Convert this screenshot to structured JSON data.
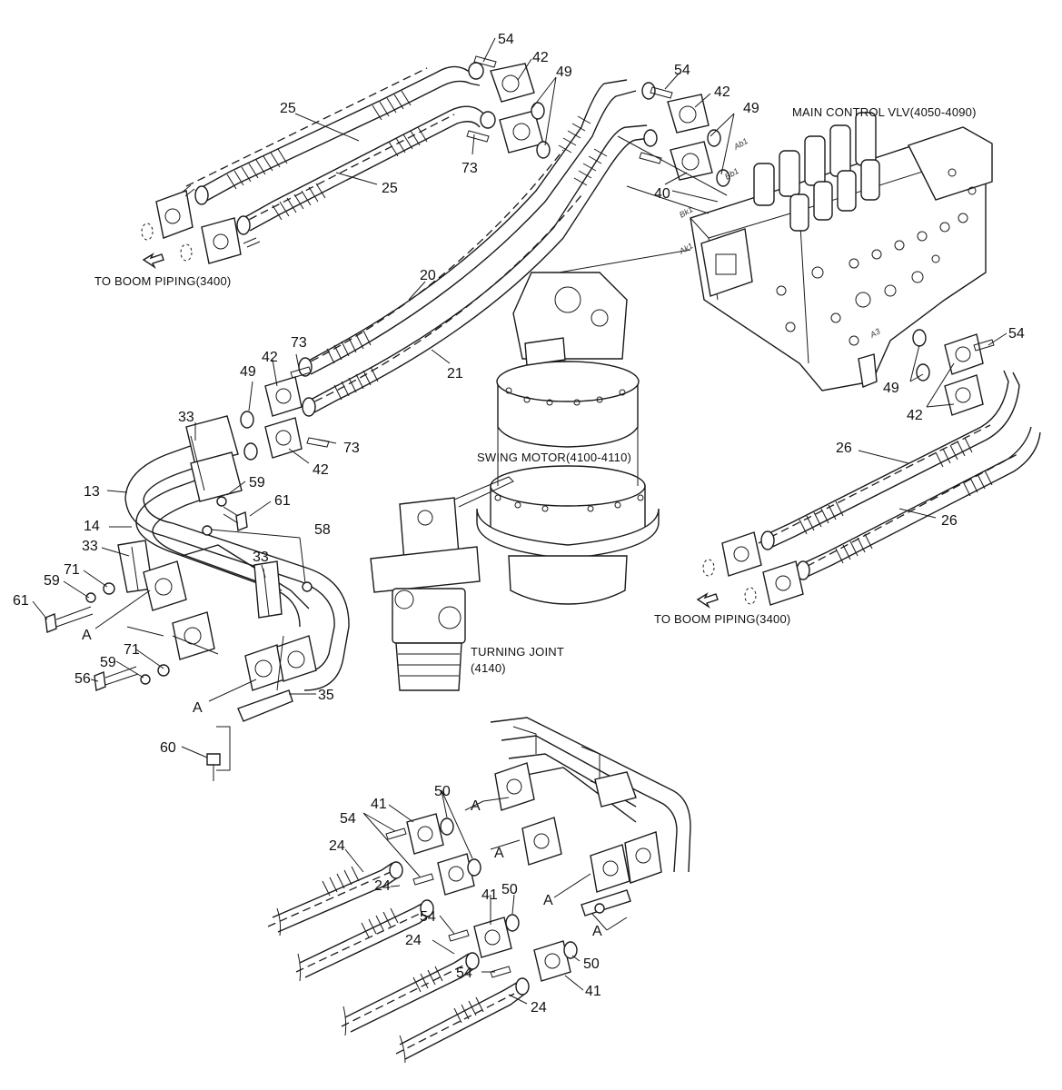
{
  "assembly_titles": {
    "main_control_valve": "MAIN CONTROL VLV(4050-4090)",
    "swing_motor": "SWING MOTOR(4100-4110)",
    "turning_joint_line1": "TURNING JOINT",
    "turning_joint_line2": "(4140)",
    "to_boom_piping_left": "TO BOOM PIPING(3400)",
    "to_boom_piping_right": "TO BOOM PIPING(3400)"
  },
  "port_marks": {
    "ab1": "Ab1",
    "bb1": "Bb1",
    "bk1": "Bk1",
    "ak1": "Ak1",
    "a3": "A3"
  },
  "parts": {
    "p54a": "54",
    "p42a": "42",
    "p49a": "49",
    "p25a": "25",
    "p25b": "25",
    "p73a": "73",
    "p54b": "54",
    "p42b": "42",
    "p49b": "49",
    "p40": "40",
    "p20": "20",
    "p21": "21",
    "p73b": "73",
    "p42c": "42",
    "p49c": "49",
    "p73c": "73",
    "p42d": "42",
    "p33a": "33",
    "p59a": "59",
    "p61a": "61",
    "p13": "13",
    "p14": "14",
    "p58": "58",
    "p33b": "33",
    "p33c": "33",
    "p71a": "71",
    "p59b": "59",
    "p61b": "61",
    "pA1": "A",
    "p71b": "71",
    "p59c": "59",
    "p56": "56",
    "pA2": "A",
    "p35": "35",
    "p60": "60",
    "p54c": "54",
    "p49d": "49",
    "p42e": "42",
    "p26a": "26",
    "p26b": "26",
    "p41a": "41",
    "p50a": "50",
    "pA3": "A",
    "p54d": "54",
    "p24a": "24",
    "pA4": "A",
    "p24b": "24",
    "p41b": "41",
    "p50b": "50",
    "pA5": "A",
    "p54e": "54",
    "p24c": "24",
    "pA6": "A",
    "p50c": "50",
    "p54f": "54",
    "p41c": "41",
    "p24d": "24"
  }
}
